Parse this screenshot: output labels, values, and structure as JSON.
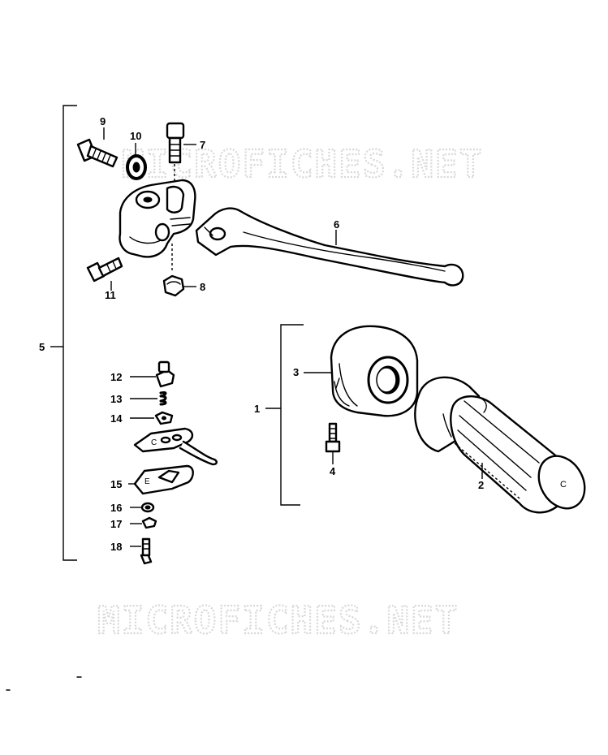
{
  "watermarks": [
    "MICROFICHES.NET",
    "MICROFICHES.NET"
  ],
  "callouts": {
    "c1": "1",
    "c2": "2",
    "c3": "3",
    "c4": "4",
    "c5": "5",
    "c6": "6",
    "c7": "7",
    "c8": "8",
    "c9": "9",
    "c10": "10",
    "c11": "11",
    "c12": "12",
    "c13": "13",
    "c14": "14",
    "c15": "15",
    "c16": "16",
    "c17": "17",
    "c18": "18"
  },
  "grip_mark": "C",
  "holder_marks": [
    "C",
    "E"
  ]
}
